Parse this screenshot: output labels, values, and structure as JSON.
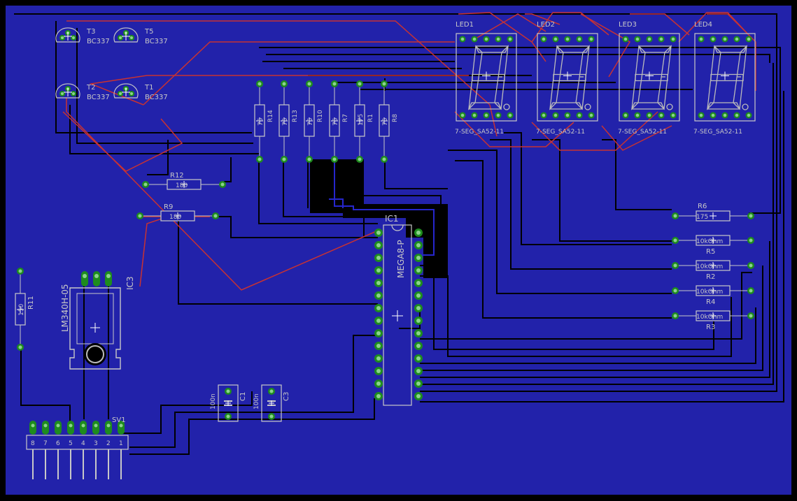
{
  "board": {
    "colors": {
      "background": "#000000",
      "copper_bottom": "#2222aa",
      "trace_bottom": "#000000",
      "trace_top": "#c83232",
      "pad": "#1e8c1e",
      "pad_hole": "#8cd28c",
      "silk": "#c8c8c8",
      "outline_trace": "#2626cc"
    }
  },
  "transistors": [
    {
      "ref": "T3",
      "value": "BC337"
    },
    {
      "ref": "T5",
      "value": "BC337"
    },
    {
      "ref": "T2",
      "value": "BC337"
    },
    {
      "ref": "T1",
      "value": "BC337"
    }
  ],
  "leds": [
    {
      "ref": "LED1",
      "part": "7-SEG_SA52-11"
    },
    {
      "ref": "LED2",
      "part": "7-SEG_SA52-11"
    },
    {
      "ref": "LED3",
      "part": "7-SEG_SA52-11"
    },
    {
      "ref": "LED4",
      "part": "7-SEG_SA52-11"
    }
  ],
  "resistors_vertical": [
    {
      "ref": "R14",
      "value": "75"
    },
    {
      "ref": "R13",
      "value": "75"
    },
    {
      "ref": "R10",
      "value": "75"
    },
    {
      "ref": "R7",
      "value": "75"
    },
    {
      "ref": "R1",
      "value": "175"
    },
    {
      "ref": "R8",
      "value": "75"
    }
  ],
  "resistors_left": [
    {
      "ref": "R12",
      "value": "180"
    },
    {
      "ref": "R9",
      "value": "180"
    }
  ],
  "resistors_right": [
    {
      "ref": "R6",
      "value": "175"
    },
    {
      "ref": "R5",
      "value": "10kOhm"
    },
    {
      "ref": "R2",
      "value": "10kOhm"
    },
    {
      "ref": "R4",
      "value": "10kOhm"
    },
    {
      "ref": "R3",
      "value": "10kOhm"
    }
  ],
  "r11": {
    "ref": "R11",
    "value": "150"
  },
  "ic1": {
    "ref": "IC1",
    "part": "MEGA8-P"
  },
  "ic3": {
    "ref": "IC3",
    "part": "LM340H-05"
  },
  "caps": [
    {
      "ref": "C1",
      "value": "100n"
    },
    {
      "ref": "C3",
      "value": "100n"
    }
  ],
  "header": {
    "ref": "SV1",
    "pins": [
      "8",
      "7",
      "6",
      "5",
      "4",
      "3",
      "2",
      "1"
    ]
  }
}
